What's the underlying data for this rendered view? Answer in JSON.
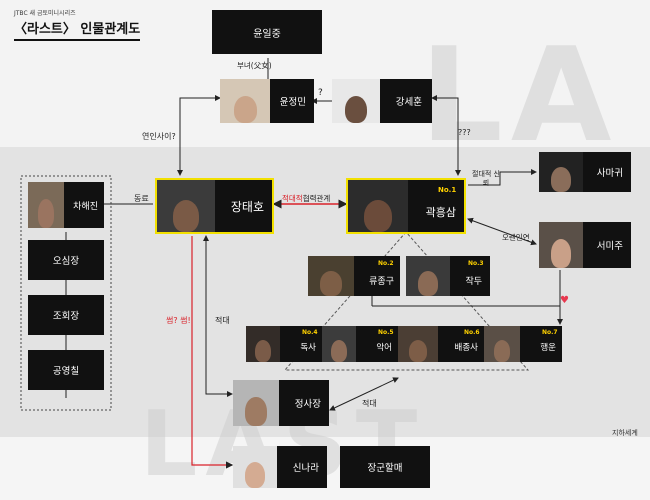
{
  "header": {
    "network": "JTBC 새 금토미니시리즈",
    "title": "〈라스트〉 인물관계도"
  },
  "footer": {
    "underworld": "지하세계"
  },
  "characters": {
    "yoon_iljung": "윤일중",
    "yoon_jeongmin": "윤정민",
    "kang_sehun": "강세훈",
    "cha_haejin": "차해진",
    "jang_taeho": "장태호",
    "kwak_heungsam": "곽흥삼",
    "samagwi": "사마귀",
    "seo_miju": "서미주",
    "ryu_jonggu": "류종구",
    "jakdu": "작두",
    "doksa": "독사",
    "akeo": "악어",
    "baejangsa": "배종사",
    "haengun": "행운",
    "jeong_sajang": "정사장",
    "shin_nara": "신나라",
    "janggun_halmae": "장군할매",
    "osimjang": "오심장",
    "johoejang": "조회장",
    "gong_yeongchil": "공영칠"
  },
  "numbers": {
    "no1": "No.1",
    "no2": "No.2",
    "no3": "No.3",
    "no4": "No.4",
    "no5": "No.5",
    "no6": "No.6",
    "no7": "No.7"
  },
  "relations": {
    "father_daughter": "부녀(父女)",
    "question": "?",
    "lovers": "연인사이?",
    "triple_question": "???",
    "colleague": "동료",
    "hostile_coop_red": "적대적",
    "hostile_coop_rest": "협력관계",
    "absolute_trust": "절대적 신뢰",
    "old_relationship": "오랜인연",
    "some": "썸? 썸!",
    "hostile1": "적대",
    "hostile2": "적대"
  },
  "colors": {
    "accent_yellow": "#f2e000",
    "line_red": "#d9222a",
    "heart": "#e8384f"
  }
}
